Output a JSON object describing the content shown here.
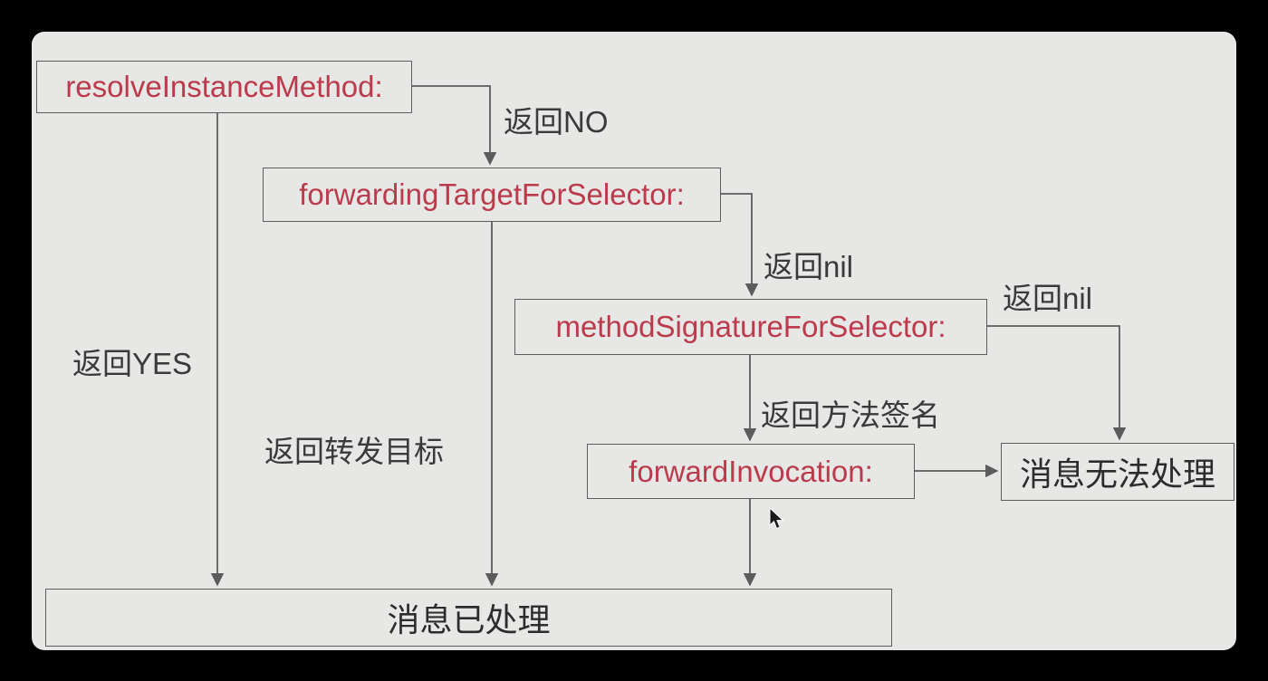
{
  "diagram": {
    "title": "objc-message-forwarding-flow",
    "nodes": {
      "resolve": {
        "label": "resolveInstanceMethod:"
      },
      "forwarding_target": {
        "label": "forwardingTargetForSelector:"
      },
      "method_signature": {
        "label": "methodSignatureForSelector:"
      },
      "forward_invocation": {
        "label": "forwardInvocation:"
      },
      "unhandled": {
        "label": "消息无法处理"
      },
      "handled": {
        "label": "消息已处理"
      }
    },
    "edge_labels": {
      "return_no": "返回NO",
      "return_nil_1": "返回nil",
      "return_nil_2": "返回nil",
      "return_signature": "返回方法签名",
      "return_yes": "返回YES",
      "return_target": "返回转发目标"
    },
    "colors": {
      "method_text": "#bb3b4d",
      "plain_text": "#2c2c2c",
      "line": "#5c5c5c",
      "background": "#e7e7e6",
      "frame": "#000000"
    }
  }
}
